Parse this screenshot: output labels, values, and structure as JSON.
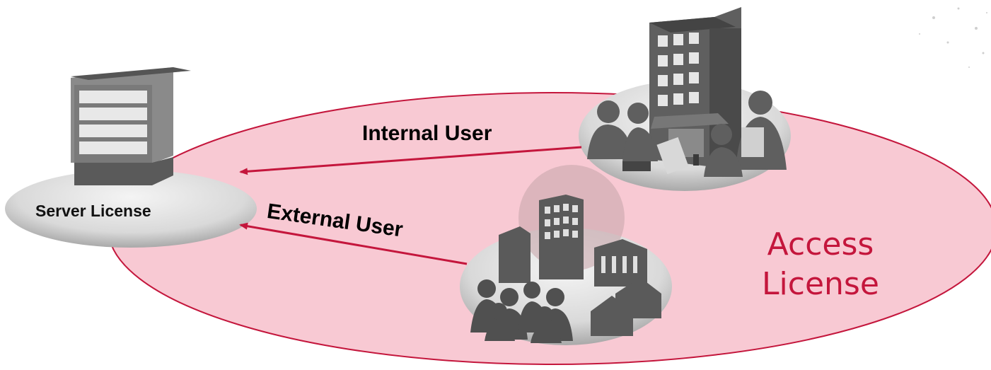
{
  "diagram": {
    "nodes": {
      "server": {
        "label": "Server License",
        "icon": "server-icon"
      },
      "internal": {
        "icon": "office-building-people-icon"
      },
      "external": {
        "icon": "city-globe-crowd-icon"
      },
      "access_zone": {
        "label_line1": "Access",
        "label_line2": "License"
      }
    },
    "edges": [
      {
        "from": "internal",
        "to": "server",
        "label": "Internal User"
      },
      {
        "from": "external",
        "to": "server",
        "label": "External User"
      }
    ]
  },
  "colors": {
    "zone_fill": "#f8c9d3",
    "zone_stroke": "#c4163c",
    "arrow": "#c4163c",
    "access_text": "#c4163c",
    "icon_gray": "#6b6b6b"
  }
}
